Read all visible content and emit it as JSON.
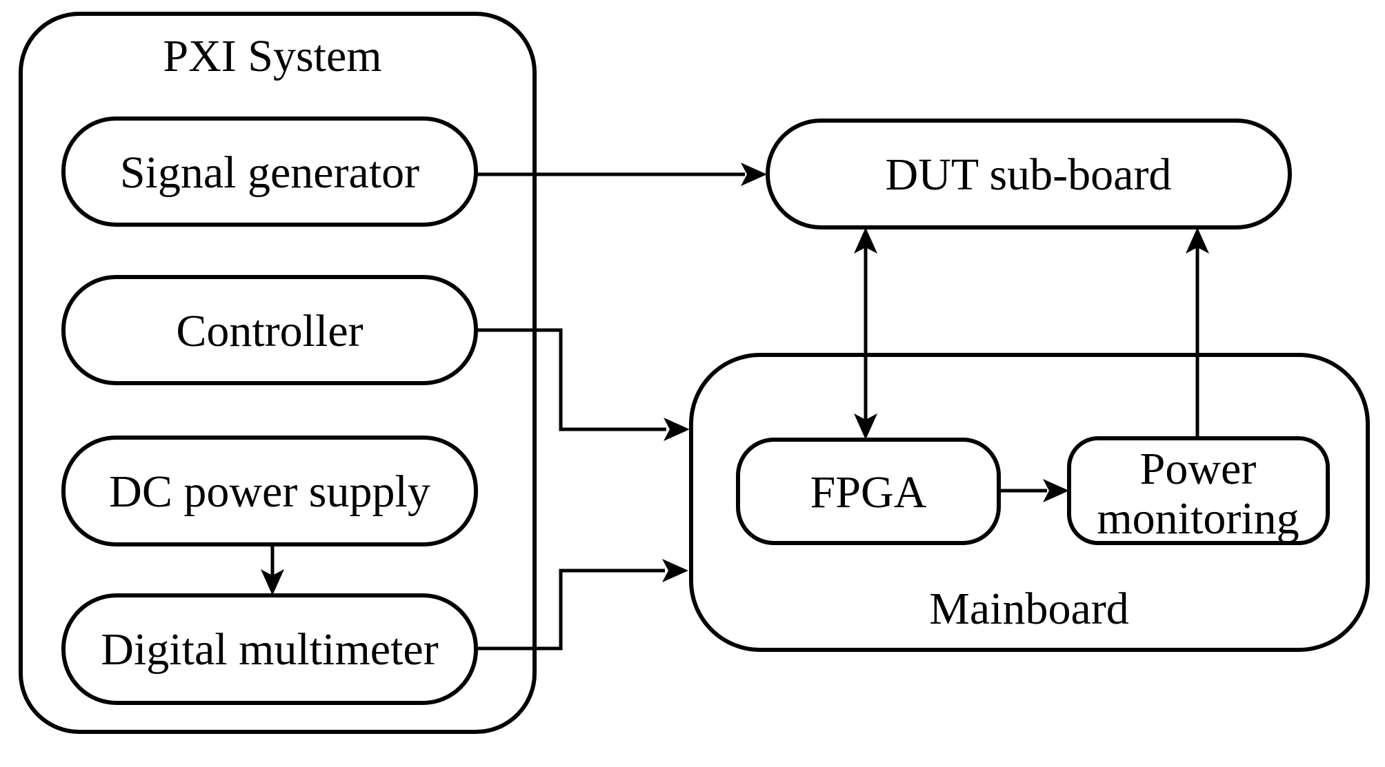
{
  "figure": {
    "type": "block-diagram",
    "background_color": "#ffffff",
    "line_color": "#000000"
  },
  "nodes": {
    "pxi_system": {
      "label": "PXI System",
      "role": "container"
    },
    "signal_generator": {
      "label": "Signal generator"
    },
    "controller": {
      "label": "Controller"
    },
    "dc_power_supply": {
      "label": "DC power supply"
    },
    "digital_multimeter": {
      "label": "Digital multimeter"
    },
    "dut_sub_board": {
      "label": "DUT sub-board"
    },
    "mainboard": {
      "label": "Mainboard",
      "role": "container"
    },
    "fpga": {
      "label": "FPGA"
    },
    "power_monitoring": {
      "label": "Power monitoring",
      "line1": "Power",
      "line2": "monitoring"
    }
  },
  "edges": [
    {
      "from": "signal_generator",
      "to": "dut_sub_board",
      "direction": "one-way"
    },
    {
      "from": "controller",
      "to": "mainboard",
      "direction": "one-way"
    },
    {
      "from": "dc_power_supply",
      "to": "digital_multimeter",
      "direction": "one-way"
    },
    {
      "from": "digital_multimeter",
      "to": "mainboard",
      "direction": "one-way"
    },
    {
      "from": "dut_sub_board",
      "to": "fpga",
      "direction": "two-way"
    },
    {
      "from": "fpga",
      "to": "power_monitoring",
      "direction": "one-way"
    },
    {
      "from": "power_monitoring",
      "to": "dut_sub_board",
      "direction": "one-way"
    }
  ]
}
